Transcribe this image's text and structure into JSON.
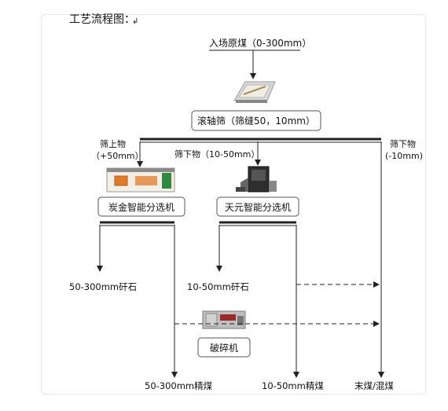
{
  "heading": "工艺流程图：",
  "heading_mark": "↲",
  "raw_coal": "入场原煤（0-300mm）",
  "roller_screen": "滚轴筛（筛缝50，10mm）",
  "oversize_label_1": "筛上物",
  "oversize_label_2": "（+50mm）",
  "middle_label": "筛下物（10-50mm）",
  "undersize_label_1": "筛下物",
  "undersize_label_2": "(-10mm)",
  "left_separator": "炭金智能分选机",
  "right_separator": "天元智能分选机",
  "left_gangue": "50-300mm矸石",
  "mid_gangue": "10-50mm矸石",
  "crusher": "破碎机",
  "out_left_clean": "50-300mm精煤",
  "out_mid_clean": "10-50mm精煤",
  "out_fine": "末煤/混煤",
  "colors": {
    "line": "#222222",
    "box_border": "#555555",
    "frame": "#e6e6e6",
    "accent_orange": "#e07b2a"
  }
}
